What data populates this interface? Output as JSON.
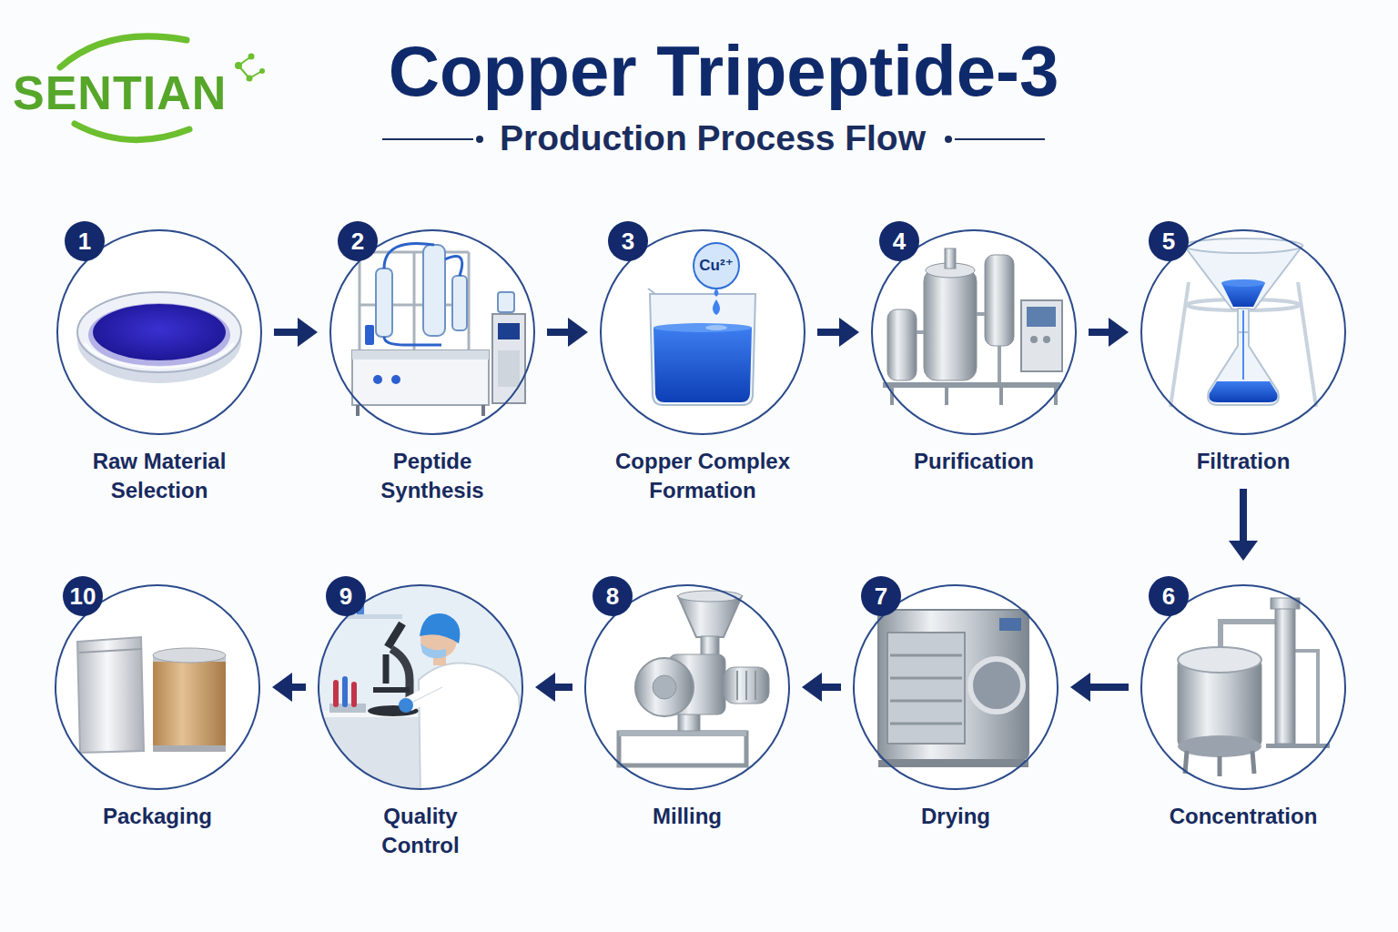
{
  "diagram": {
    "title": "Copper Tripeptide-3",
    "nodes": [
      {
        "text": [
          "1",
          "Raw Material Selection"
        ]
      },
      {
        "text": [
          "2",
          "Peptide Synthesis"
        ]
      },
      {
        "text": [
          "3",
          "Copper Complex Formation"
        ]
      },
      {
        "text": [
          "4",
          "Purification"
        ]
      },
      {
        "text": [
          "5",
          "Filtration"
        ]
      },
      {
        "text": [
          "6",
          "Concentration"
        ]
      },
      {
        "text": [
          "7",
          "Drying"
        ]
      },
      {
        "text": [
          "8",
          "Milling"
        ]
      },
      {
        "text": [
          "9",
          "Quality Control"
        ]
      },
      {
        "text": [
          "10",
          "Packaging"
        ]
      }
    ],
    "edges": [
      {
        "from": 0,
        "to": 1,
        "arrow": "to"
      },
      {
        "from": 1,
        "to": 2,
        "arrow": "to"
      },
      {
        "from": 2,
        "to": 3,
        "arrow": "to"
      },
      {
        "from": 3,
        "to": 4,
        "arrow": "to"
      },
      {
        "from": 4,
        "to": 5,
        "arrow": "to"
      },
      {
        "from": 5,
        "to": 6,
        "arrow": "to"
      },
      {
        "from": 6,
        "to": 7,
        "arrow": "to"
      },
      {
        "from": 7,
        "to": 8,
        "arrow": "to"
      },
      {
        "from": 8,
        "to": 9,
        "arrow": "to"
      }
    ],
    "labels": [
      "SENTIAN",
      "Production Process Flow",
      "Cu²⁺"
    ]
  }
}
